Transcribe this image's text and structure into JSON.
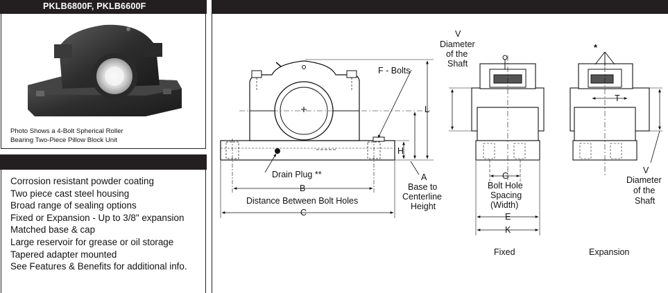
{
  "product_panel": {
    "title": "PKLB6800F, PKLB6600F",
    "caption_line1": "Photo Shows a 4-Bolt Spherical Roller",
    "caption_line2": "Bearing Two-Piece Pillow Block Unit"
  },
  "features": [
    "Corrosion resistant powder coating",
    "Two piece cast steel housing",
    "Broad range of sealing options",
    "Fixed or Expansion - Up to 3/8\" expansion",
    "Matched base & cap",
    "Large reservoir for grease or oil storage",
    "Tapered adapter mounted",
    "See Features & Benefits for additional info."
  ],
  "diagram": {
    "bolts_label": "F - Bolts",
    "drain_plug": "Drain Plug **",
    "b_letter": "B",
    "b_desc": "Distance Between Bolt Holes",
    "c_letter": "C",
    "l_letter": "L",
    "h_letter": "H",
    "a_letter": "A",
    "a_line1": "Base to",
    "a_line2": "Centerline",
    "a_line3": "Height",
    "v_letter": "V",
    "v_line1": "Diameter",
    "v_line2": "of the",
    "v_line3": "Shaft",
    "g_letter": "G",
    "g_line1": "Bolt Hole",
    "g_line2": "Spacing",
    "g_line3": "(Width)",
    "e_letter": "E",
    "k_letter": "K",
    "t_letter": "T",
    "asterisk": "*",
    "fixed_label": "Fixed",
    "expansion_label": "Expansion"
  }
}
